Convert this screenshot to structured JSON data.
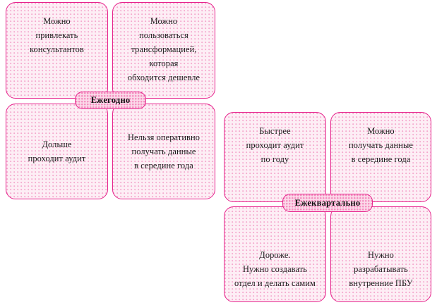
{
  "diagram": {
    "type": "comparison-quadrant-diagram",
    "colors": {
      "border": "#e6238c",
      "box_fill": "#fdeef5",
      "box_dots": "#f4a8cd",
      "badge_fill": "#fbd9e9",
      "badge_dots": "#f48fc0",
      "text": "#1b1b1b",
      "background": "#ffffff"
    },
    "groups": [
      {
        "id": "annual",
        "badge_label": "Ежегодно",
        "cells": [
          {
            "id": "annual-pro-1",
            "position": "top-left",
            "text": "Можно\nпривлекать\nконсультантов"
          },
          {
            "id": "annual-pro-2",
            "position": "top-right",
            "text": "Можно\nпользоваться\nтрансформацией,\nкоторая\nобходится дешевле"
          },
          {
            "id": "annual-con-1",
            "position": "bottom-left",
            "text": "Дольше\nпроходит аудит"
          },
          {
            "id": "annual-con-2",
            "position": "bottom-right",
            "text": "Нельзя оперативно\nполучать данные\nв середине года"
          }
        ]
      },
      {
        "id": "quarterly",
        "badge_label": "Ежеквартально",
        "cells": [
          {
            "id": "quarterly-pro-1",
            "position": "top-left",
            "text": "Быстрее\nпроходит аудит\nпо году"
          },
          {
            "id": "quarterly-pro-2",
            "position": "top-right",
            "text": "Можно\nполучать данные\nв середине года"
          },
          {
            "id": "quarterly-con-1",
            "position": "bottom-left",
            "text": "Дороже.\nНужно создавать\nотдел и делать самим"
          },
          {
            "id": "quarterly-con-2",
            "position": "bottom-right",
            "text": "Нужно\nразрабатывать\nвнутренние ПБУ"
          }
        ]
      }
    ]
  }
}
